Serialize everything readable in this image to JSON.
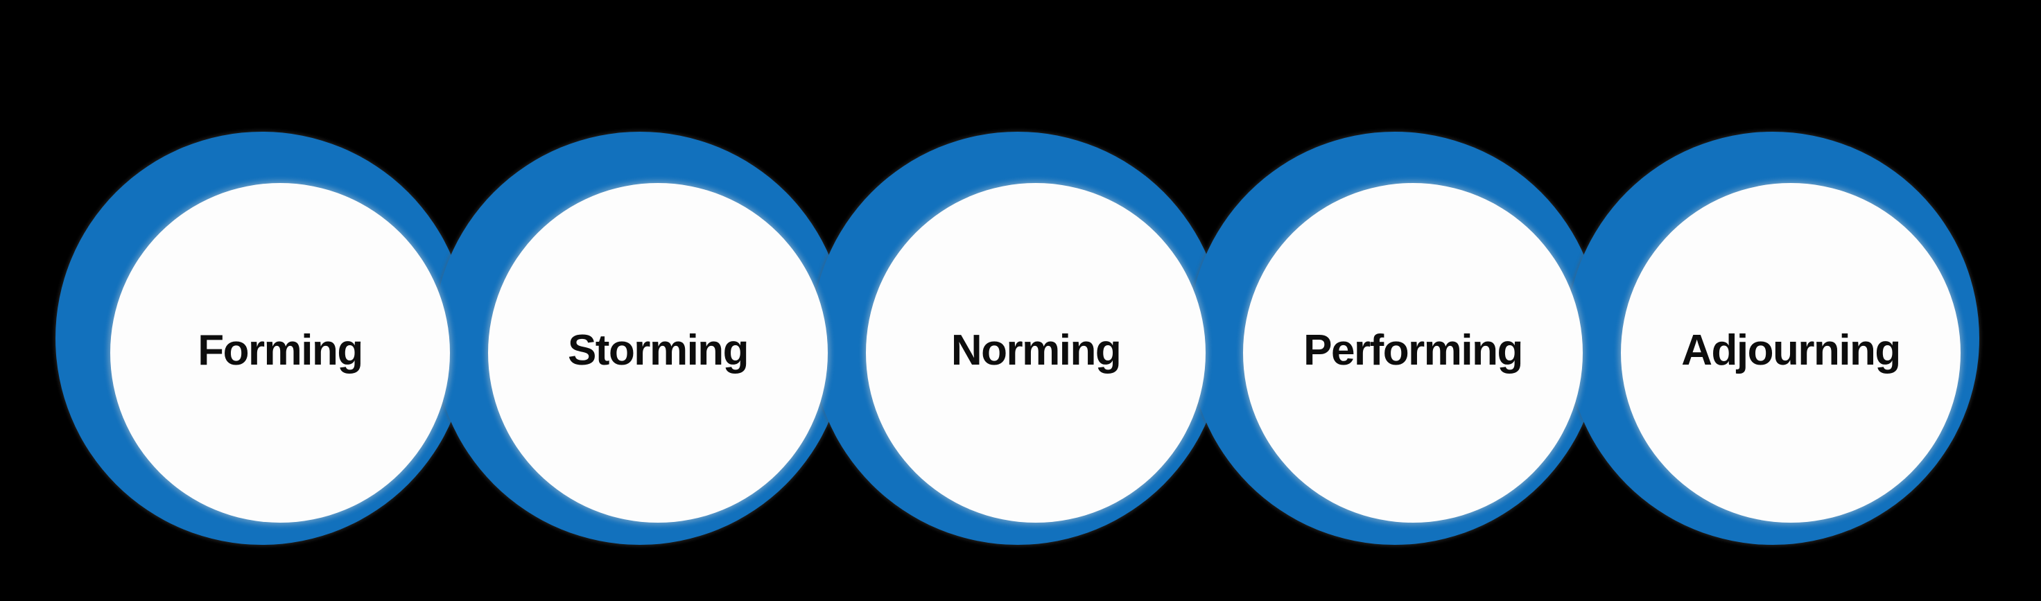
{
  "diagram": {
    "stages": [
      {
        "label": "Forming"
      },
      {
        "label": "Storming"
      },
      {
        "label": "Norming"
      },
      {
        "label": "Performing"
      },
      {
        "label": "Adjourning"
      }
    ],
    "colors": {
      "background": "#000000",
      "ring": "#1271BD",
      "disc": "#FDFDFD",
      "text": "#0D0D0D"
    }
  }
}
